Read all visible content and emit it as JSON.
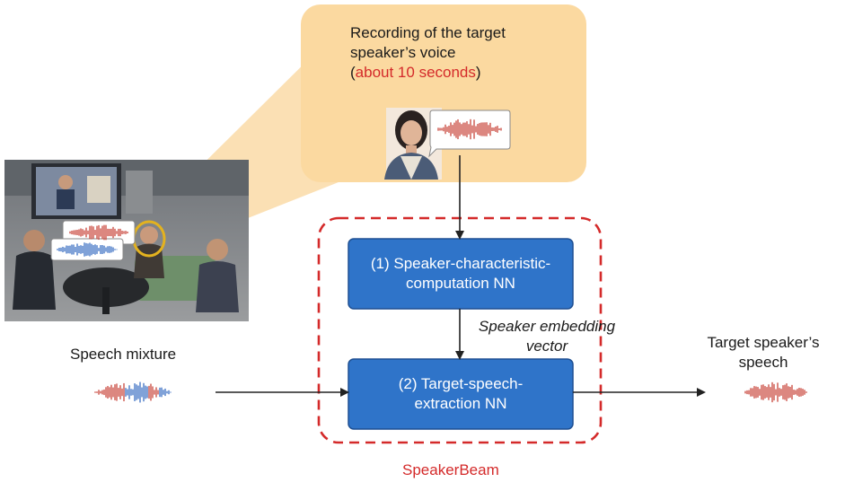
{
  "recording": {
    "line1": "Recording of the target",
    "line2": "speaker’s voice",
    "paren_open": "(",
    "duration": "about 10 seconds",
    "paren_close": ")"
  },
  "box1": {
    "line1": "(1) Speaker-characteristic-",
    "line2": "computation NN"
  },
  "embedding": {
    "line1": "Speaker embedding",
    "line2": "vector"
  },
  "box2": {
    "line1": "(2) Target-speech-",
    "line2": "extraction NN"
  },
  "mixture": {
    "label": "Speech mixture"
  },
  "output": {
    "line1": "Target speaker’s",
    "line2": "speech"
  },
  "system": {
    "name": "SpeakerBeam"
  },
  "colors": {
    "accent_red": "#d42a2a",
    "callout_fill": "#fbd9a0",
    "box_fill": "#2f74c9",
    "wave_red": "#c8463c",
    "wave_blue": "#3b6fc4"
  }
}
